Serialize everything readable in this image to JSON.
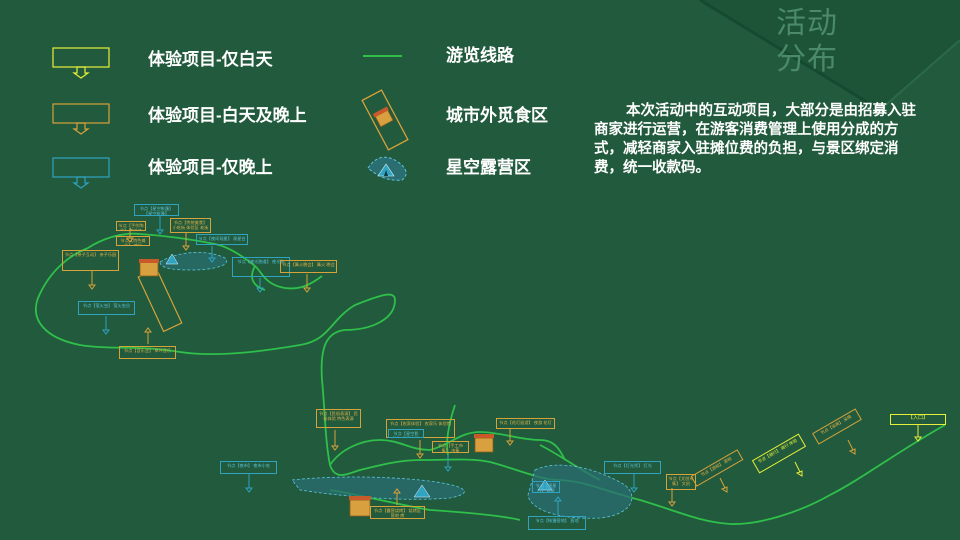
{
  "corner_title": {
    "line1": "活动",
    "line2": "分布"
  },
  "legend": {
    "day_only": "体验项目-仅白天",
    "day_and_night": "体验项目-白天及晚上",
    "night_only": "体验项目-仅晚上",
    "route": "游览线路",
    "food_zone": "城市外觅食区",
    "camp_zone": "星空露营区"
  },
  "description": "本次活动中的互动项目，大部分是由招募入驻商家进行运营，在游客消费管理上使用分成的方式，减轻商家入驻摊位费的负担，与景区绑定消费，统一收款码。",
  "colors": {
    "background": "#215a3c",
    "day": "#e8ef3a",
    "both": "#d6a23a",
    "night": "#2fa3c0",
    "route": "#2fbf4a"
  },
  "map_tags": [
    {
      "type": "night",
      "text": "节点【星空帐篷】 【星空帐篷】"
    },
    {
      "type": "both",
      "text": "节点【手作陶艺】 陶艺体验区 手作"
    },
    {
      "type": "both",
      "text": "节点【传统美食】 小吃街 体验区 老街"
    },
    {
      "type": "night",
      "text": "节点【夜间观星】 观星台"
    },
    {
      "type": "both",
      "text": "节点【亲子互动】 亲子乐园"
    },
    {
      "type": "both",
      "text": "节点【特色摊位】 摊位"
    },
    {
      "type": "night",
      "text": "节点【夜光跑道】 夜光跑"
    },
    {
      "type": "both",
      "text": "节点【篝火晚会】 篝火 晚会"
    },
    {
      "type": "night",
      "text": "节点【萤火虫】 萤火虫谷"
    },
    {
      "type": "both",
      "text": "节点【音乐会】 草坪音乐"
    },
    {
      "type": "both",
      "text": "节点【民俗表演】 民俗体验 特色表演"
    },
    {
      "type": "both",
      "text": "节点【农家体验】 农家乐 体验馆"
    },
    {
      "type": "night",
      "text": "节点【星空影院】 露天电影"
    },
    {
      "type": "both",
      "text": "节点【手工市集】 市集"
    },
    {
      "type": "both",
      "text": "节点【花灯巡游】 夜游 花灯"
    },
    {
      "type": "night",
      "text": "节点【夜市】 夜市小吃"
    },
    {
      "type": "night",
      "text": "节点【灯光秀】 灯光"
    },
    {
      "type": "both",
      "text": "节点【露营烧烤】 烧烤区 营地 烤"
    },
    {
      "type": "night",
      "text": "节点【帐篷营地】 营地"
    },
    {
      "type": "night",
      "text": "节点【观星台】 观星"
    },
    {
      "type": "both",
      "text": "节点【文创市集】 文创"
    },
    {
      "type": "day",
      "text": "节点【骑行】 骑行 体验"
    },
    {
      "type": "day",
      "text": "节点【采摘】 采摘"
    },
    {
      "type": "both",
      "text": "节点【游船】 游船"
    },
    {
      "type": "day",
      "text": "【入口】"
    }
  ]
}
